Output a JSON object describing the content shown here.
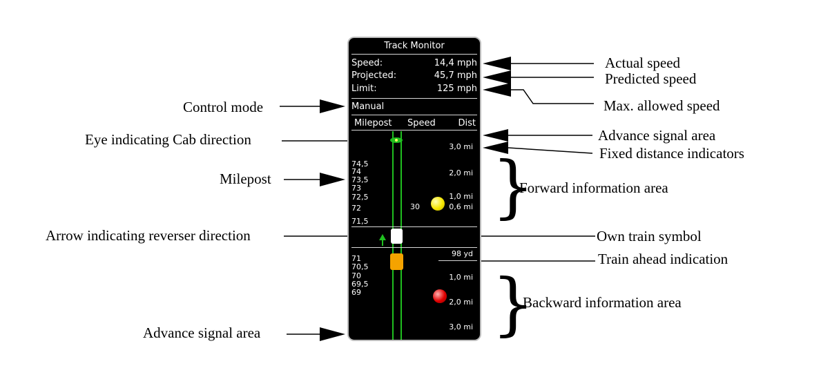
{
  "monitor": {
    "title": "Track Monitor",
    "speed_label": "Speed:",
    "speed_value": "14,4 mph",
    "projected_label": "Projected:",
    "projected_value": "45,7 mph",
    "limit_label": "Limit:",
    "limit_value": "125 mph",
    "control_mode": "Manual",
    "col_milepost": "Milepost",
    "col_speed": "Speed",
    "col_dist": "Dist",
    "forward": {
      "mileposts": [
        "74,5",
        "74",
        "73,5",
        "73",
        "72,5",
        "72",
        "71,5"
      ],
      "distances": [
        "3,0 mi",
        "2,0 mi",
        "1,0 mi",
        "0,6 mi"
      ],
      "speed_post": "30",
      "signal_color": "#f5e600"
    },
    "backward": {
      "train_ahead_dist": "98 yd",
      "mileposts": [
        "71",
        "70,5",
        "70",
        "69,5",
        "69"
      ],
      "distances": [
        "1,0 mi",
        "2,0 mi",
        "3,0 mi"
      ],
      "signal_color": "#e00000",
      "train_ahead_color": "#f5a300"
    },
    "track_color": "#1fbf1f"
  },
  "callouts": {
    "actual_speed": "Actual speed",
    "predicted_speed": "Predicted speed",
    "max_allowed_speed": "Max. allowed speed",
    "control_mode": "Control mode",
    "advance_signal_area_top": "Advance signal area",
    "fixed_distance_indicators": "Fixed distance indicators",
    "eye_cab_direction": "Eye indicating Cab direction",
    "milepost": "Milepost",
    "forward_information_area": "Forward information area",
    "arrow_reverser_direction": "Arrow indicating reverser direction",
    "own_train_symbol": "Own train symbol",
    "train_ahead_indication": "Train ahead indication",
    "backward_information_area": "Backward information area",
    "advance_signal_area_bottom": "Advance signal area"
  }
}
